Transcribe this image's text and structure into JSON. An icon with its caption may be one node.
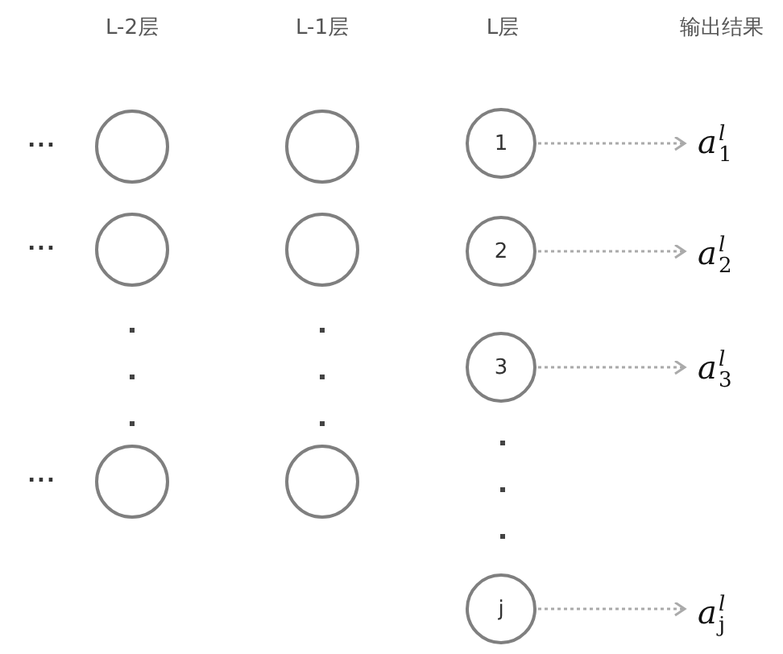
{
  "diagram": {
    "nodes": [
      {
        "text": [],
        "shape": "circle"
      },
      {
        "text": [],
        "shape": "circle"
      },
      {
        "text": [
          "1"
        ]
      },
      {
        "text": [
          "a$^{l}$$_{1}$"
        ]
      },
      {
        "text": [],
        "shape": "circle"
      },
      {
        "text": [],
        "shape": "circle"
      },
      {
        "text": [
          "2"
        ]
      },
      {
        "text": [
          "a$^{l}$$_{2}$"
        ]
      },
      {
        "text": [
          "3"
        ]
      },
      {
        "text": [
          "a$^{l}$$_{3}$"
        ]
      },
      {
        "text": [],
        "shape": "circle"
      },
      {
        "text": [],
        "shape": "circle"
      },
      {
        "text": [
          "j"
        ]
      },
      {
        "text": [
          "a$^{l}$$_{j}$"
        ]
      }
    ],
    "edges": [
      {
        "from": 2,
        "to": 3,
        "arrow": "to",
        "style": "dashed"
      },
      {
        "from": 6,
        "to": 7,
        "arrow": "to",
        "style": "dashed"
      },
      {
        "from": 8,
        "to": 9,
        "arrow": "to",
        "style": "dashed"
      },
      {
        "from": 12,
        "to": 13,
        "arrow": "to",
        "style": "dashed"
      }
    ],
    "labels": [
      "L-2层",
      "L-1层",
      "L层",
      "输出结果",
      "...",
      "...",
      "..."
    ]
  }
}
